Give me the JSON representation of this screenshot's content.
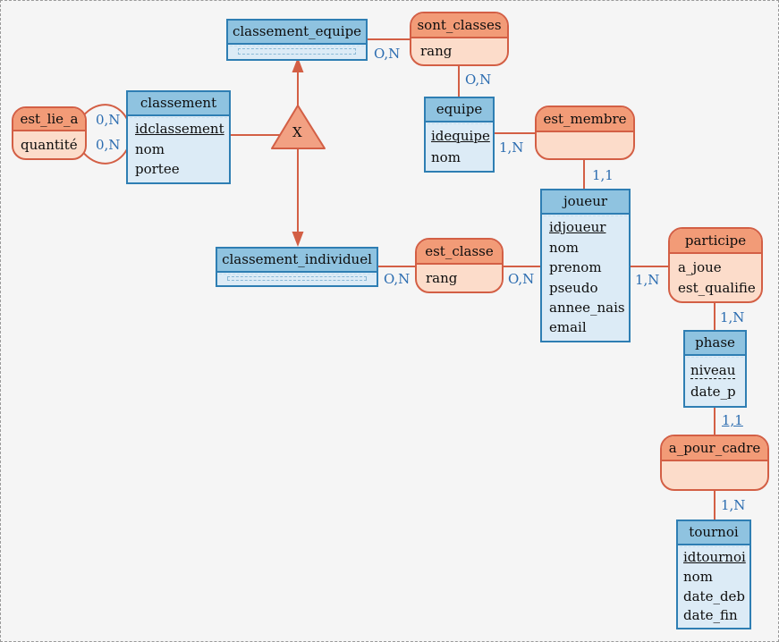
{
  "colors": {
    "background": "#f5f5f5",
    "page_border": "#9a9a9a",
    "entity_border": "#2e7eb3",
    "entity_header_fill": "#8fc3e0",
    "entity_body_fill": "#dcebf6",
    "relation_border": "#d35f45",
    "relation_header_fill": "#f29b77",
    "relation_body_fill": "#fcdcca",
    "connection_line": "#d35f45",
    "cardinality_text": "#2b6cb0"
  },
  "entities": {
    "classement_equipe": {
      "name": "classement_equipe",
      "attributes": []
    },
    "classement": {
      "name": "classement",
      "attributes": [
        {
          "name": "idclassement",
          "identifier": true
        },
        {
          "name": "nom",
          "identifier": false
        },
        {
          "name": "portee",
          "identifier": false
        }
      ]
    },
    "equipe": {
      "name": "equipe",
      "attributes": [
        {
          "name": "idequipe",
          "identifier": true
        },
        {
          "name": "nom",
          "identifier": false
        }
      ]
    },
    "joueur": {
      "name": "joueur",
      "attributes": [
        {
          "name": "idjoueur",
          "identifier": true
        },
        {
          "name": "nom",
          "identifier": false
        },
        {
          "name": "prenom",
          "identifier": false
        },
        {
          "name": "pseudo",
          "identifier": false
        },
        {
          "name": "annee_nais",
          "identifier": false
        },
        {
          "name": "email",
          "identifier": false
        }
      ]
    },
    "classement_individuel": {
      "name": "classement_individuel",
      "attributes": []
    },
    "phase": {
      "name": "phase",
      "attributes": [
        {
          "name": "niveau",
          "weak_identifier": true
        },
        {
          "name": "date_p",
          "weak_identifier": false
        }
      ]
    },
    "tournoi": {
      "name": "tournoi",
      "attributes": [
        {
          "name": "idtournoi",
          "identifier": true
        },
        {
          "name": "nom",
          "identifier": false
        },
        {
          "name": "date_deb",
          "identifier": false
        },
        {
          "name": "date_fin",
          "identifier": false
        }
      ]
    }
  },
  "relations": {
    "sont_classes": {
      "name": "sont_classes",
      "attributes": [
        {
          "name": "rang"
        }
      ]
    },
    "est_lie_a": {
      "name": "est_lie_a",
      "attributes": [
        {
          "name": "quantité"
        }
      ]
    },
    "est_membre": {
      "name": "est_membre",
      "attributes": []
    },
    "est_classe": {
      "name": "est_classe",
      "attributes": [
        {
          "name": "rang"
        }
      ]
    },
    "participe": {
      "name": "participe",
      "attributes": [
        {
          "name": "a_joue"
        },
        {
          "name": "est_qualifie"
        }
      ]
    },
    "a_pour_cadre": {
      "name": "a_pour_cadre",
      "attributes": []
    }
  },
  "inheritance": {
    "label": "X"
  },
  "cardinalities": {
    "classement_equipe_sont_classes": "O,N",
    "sont_classes_equipe": "O,N",
    "equipe_est_membre": "1,N",
    "est_membre_joueur": "1,1",
    "joueur_participe": "1,N",
    "participe_phase": "1,N",
    "phase_a_pour_cadre": "1,1",
    "a_pour_cadre_tournoi": "1,N",
    "classement_individuel_est_classe": "O,N",
    "est_classe_joueur": "O,N",
    "est_lie_a_classement_top": "0,N",
    "est_lie_a_classement_bottom": "0,N"
  }
}
